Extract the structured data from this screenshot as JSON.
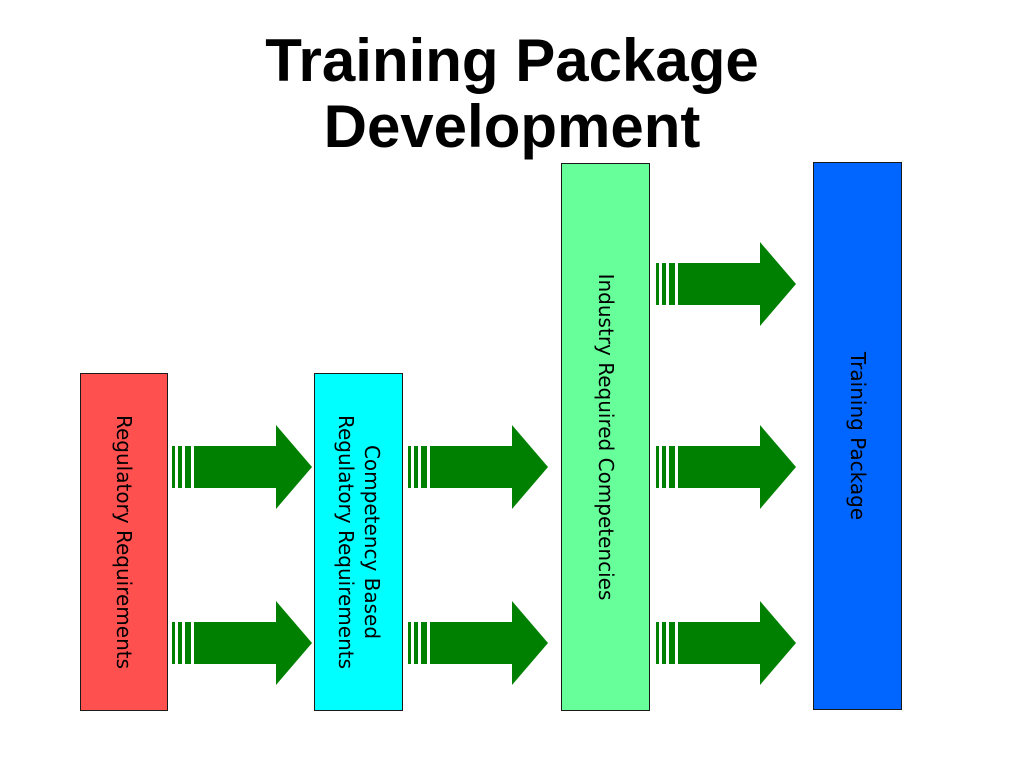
{
  "title": {
    "line1": "Training Package",
    "line2": "Development"
  },
  "boxes": {
    "regulatory": {
      "label": "Regulatory Requirements",
      "color": "#ff5050"
    },
    "competency": {
      "line1": "Competency Based",
      "line2": "Regulatory Requirements",
      "color": "#00ffff"
    },
    "industry": {
      "label": "Industry Required Competencies",
      "color": "#66ff99"
    },
    "package": {
      "label": "Training Package",
      "color": "#0066ff"
    }
  },
  "arrow_color": "#008000"
}
